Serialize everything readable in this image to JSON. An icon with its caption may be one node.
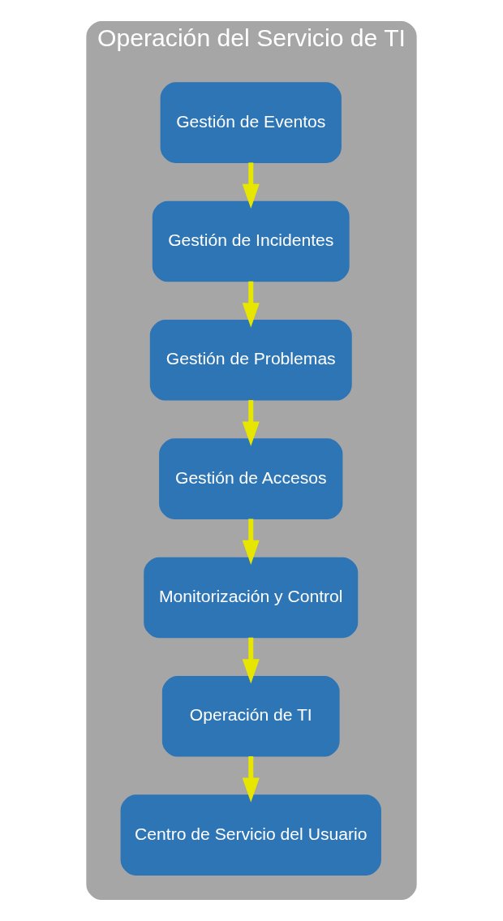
{
  "diagram": {
    "nodes": [
      {
        "text": [
          "Operación del Servicio de TI"
        ]
      },
      {
        "text": [
          "Gestión de Eventos"
        ],
        "in": 0
      },
      {
        "text": [
          "Gestión de Incidentes"
        ],
        "in": 0
      },
      {
        "text": [
          "Gestión de Problemas"
        ],
        "in": 0
      },
      {
        "text": [
          "Gestión de Accesos"
        ],
        "in": 0
      },
      {
        "text": [
          "Monitorización y Control"
        ],
        "in": 0
      },
      {
        "text": [
          "Operación de TI"
        ],
        "in": 0
      },
      {
        "text": [
          "Centro de Servicio del Usuario"
        ],
        "in": 0
      }
    ],
    "edges": [
      {
        "from": 1,
        "to": 2,
        "arrow": "to"
      },
      {
        "from": 2,
        "to": 3,
        "arrow": "to"
      },
      {
        "from": 3,
        "to": 4,
        "arrow": "to"
      },
      {
        "from": 4,
        "to": 5,
        "arrow": "to"
      },
      {
        "from": 5,
        "to": 6,
        "arrow": "to"
      },
      {
        "from": 6,
        "to": 7,
        "arrow": "to"
      }
    ]
  }
}
